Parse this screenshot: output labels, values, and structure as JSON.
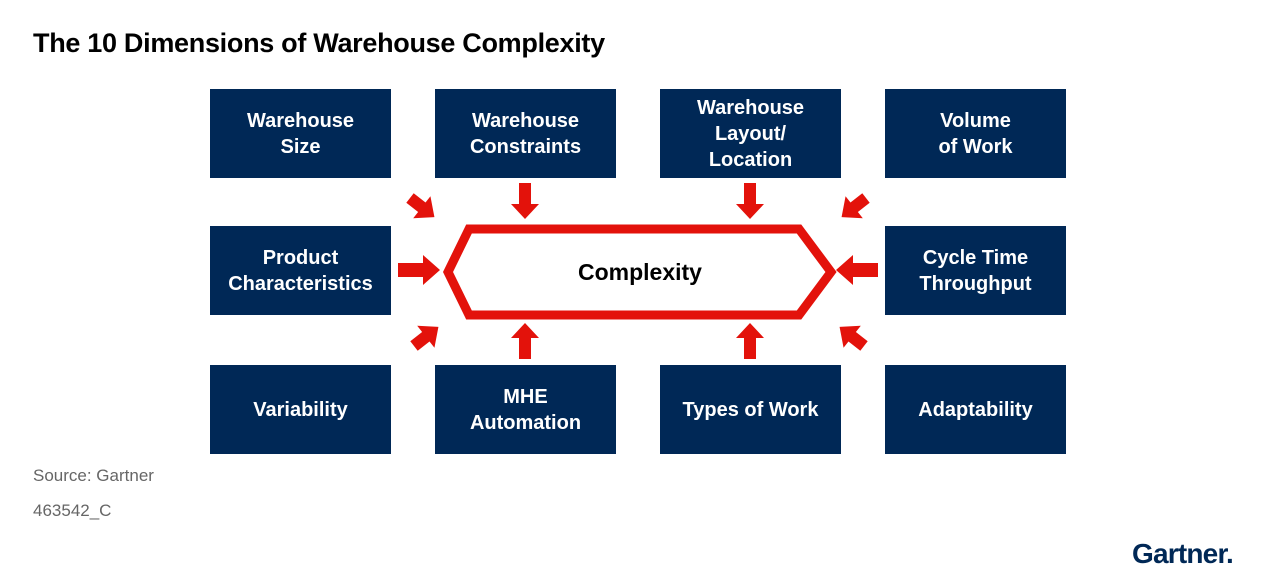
{
  "title": "The 10 Dimensions of Warehouse Complexity",
  "center": "Complexity",
  "dimensions": {
    "warehouse_size": "Warehouse\nSize",
    "warehouse_constraints": "Warehouse\nConstraints",
    "warehouse_layout": "Warehouse\nLayout/\nLocation",
    "volume_of_work": "Volume\nof Work",
    "product_characteristics": "Product\nCharacteristics",
    "cycle_time": "Cycle Time\nThroughput",
    "variability": "Variability",
    "mhe_automation": "MHE\nAutomation",
    "types_of_work": "Types of Work",
    "adaptability": "Adaptability"
  },
  "colors": {
    "box": "#002856",
    "accent": "#e3120b",
    "box_text": "#ffffff"
  },
  "footer": {
    "source": "Source: Gartner",
    "doc_id": "463542_C"
  },
  "logo": "Gartner."
}
